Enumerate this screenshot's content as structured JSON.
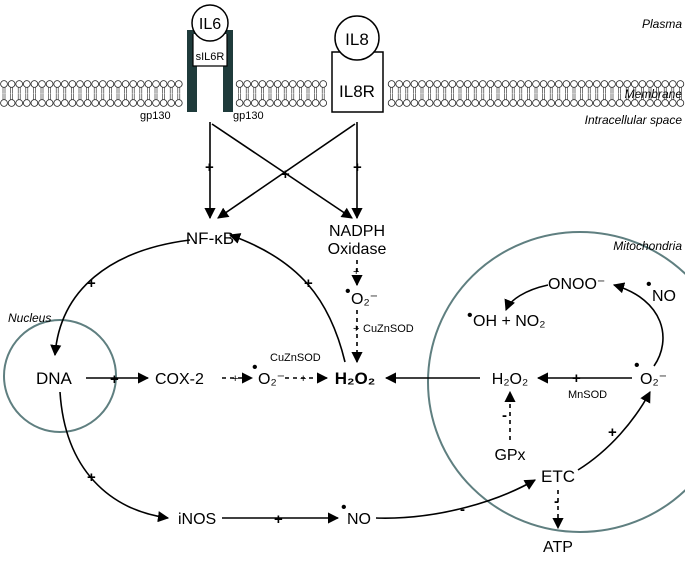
{
  "regions": {
    "plasma": "Plasma",
    "membrane": "Membrane",
    "intracellular": "Intracellular space",
    "mitochondria": "Mitochondria",
    "nucleus": "Nucleus"
  },
  "receptors": {
    "il6": "IL6",
    "sil6r": "sIL6R",
    "gp130_left": "gp130",
    "gp130_right": "gp130",
    "il8": "IL8",
    "il8r": "IL8R"
  },
  "nodes": {
    "nfkb": "NF-κB",
    "nadph_line1": "NADPH",
    "nadph_line2": "Oxidase",
    "o2_top": "O₂⁻",
    "dna": "DNA",
    "cox2": "COX-2",
    "o2_cox": "O₂⁻",
    "h2o2_main": "H₂O₂",
    "onoo": "ONOO⁻",
    "no_mito": "NO",
    "oh_no2": "OH + NO₂",
    "h2o2_mito": "H₂O₂",
    "o2_mito": "O₂⁻",
    "gpx": "GPx",
    "etc": "ETC",
    "atp": "ATP",
    "inos": "iNOS",
    "no_bottom": "NO"
  },
  "enzymes": {
    "cuznsod_right": "CuZnSOD",
    "cuznsod_left": "CuZnSOD",
    "mnsod": "MnSOD"
  },
  "signs": {
    "plus": "+",
    "minus": "-"
  },
  "colors": {
    "receptor_dark": "#1f3b3b",
    "compartment": "#5f7f80",
    "membrane": "#222222"
  }
}
